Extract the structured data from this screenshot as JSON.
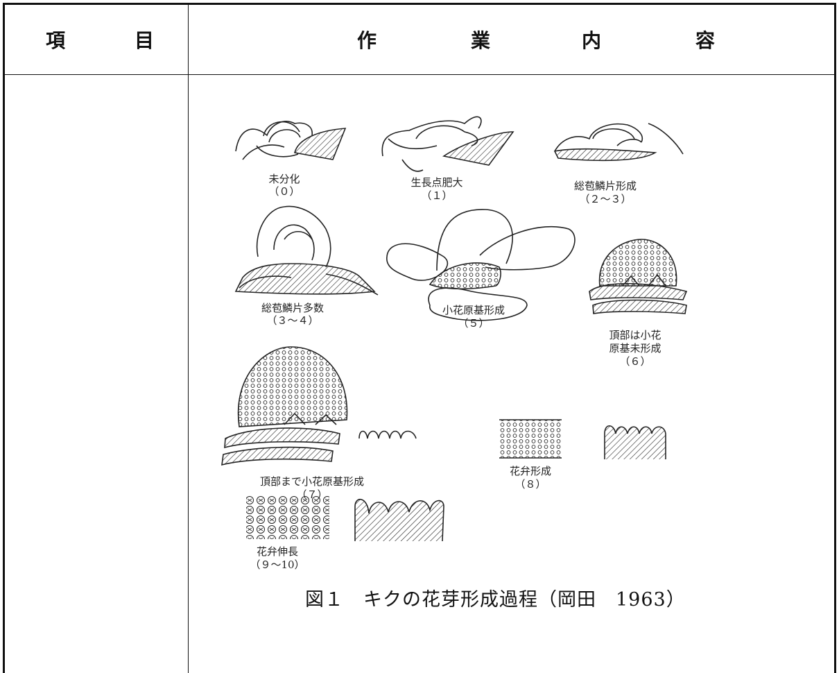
{
  "header": {
    "item_chars": [
      "項",
      "目"
    ],
    "work_chars": [
      "作",
      "業",
      "内",
      "容"
    ]
  },
  "figure": {
    "stages": [
      {
        "label": "未分化",
        "code": "（０）"
      },
      {
        "label": "生長点肥大",
        "code": "（１）"
      },
      {
        "label": "総苞鱗片形成",
        "code": "（２～３）"
      },
      {
        "label": "総苞鱗片多数",
        "code": "（３～４）"
      },
      {
        "label": "小花原基形成",
        "code": "（５）"
      },
      {
        "label_lines": [
          "頂部は小花",
          "原基未形成"
        ],
        "code": "（６）"
      },
      {
        "label": "頂部まで小花原基形成",
        "code": "（７）"
      },
      {
        "label": "花弁形成",
        "code": "（８）"
      },
      {
        "label": "花弁伸長",
        "code": "（９～10）"
      }
    ],
    "caption": "図１　キクの花芽形成過程（岡田　1963）"
  }
}
